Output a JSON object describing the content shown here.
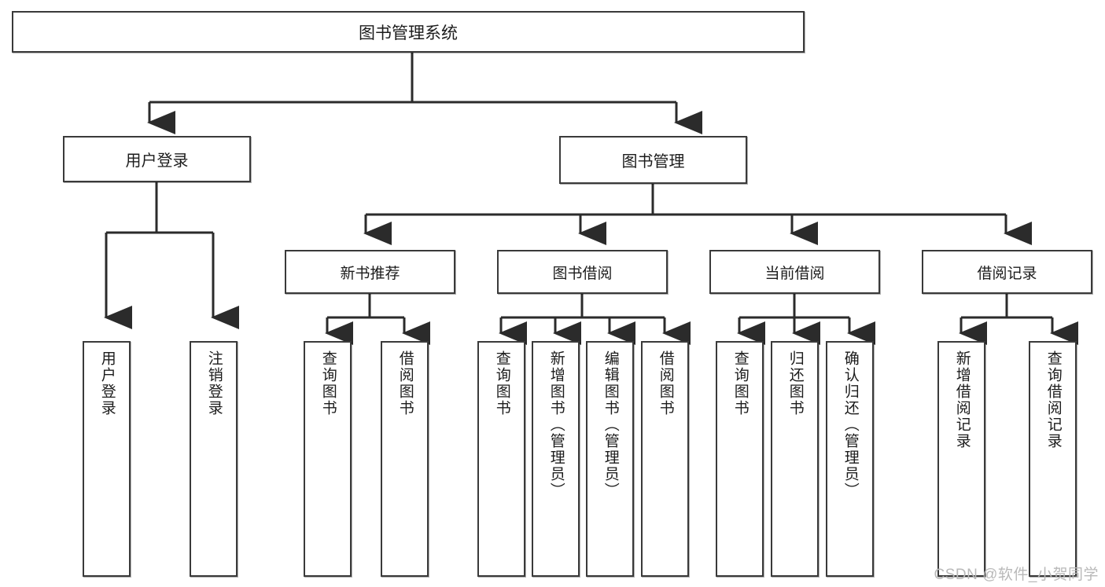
{
  "diagram": {
    "title_node": {
      "label": "图书管理系统"
    },
    "level2": [
      {
        "id": "user-login",
        "label": "用户登录"
      },
      {
        "id": "book-manage",
        "label": "图书管理"
      }
    ],
    "level3": [
      {
        "id": "new-book-recommend",
        "label": "新书推荐"
      },
      {
        "id": "book-borrow",
        "label": "图书借阅"
      },
      {
        "id": "current-borrow",
        "label": "当前借阅"
      },
      {
        "id": "borrow-record",
        "label": "借阅记录"
      }
    ],
    "leaves": [
      {
        "id": "leaf-user-login",
        "label": "用户登录"
      },
      {
        "id": "leaf-logout-login",
        "label": "注销登录"
      },
      {
        "id": "leaf-query-book-1",
        "label": "查询图书"
      },
      {
        "id": "leaf-borrow-book-1",
        "label": "借阅图书"
      },
      {
        "id": "leaf-query-book-2",
        "label": "查询图书"
      },
      {
        "id": "leaf-add-book-admin",
        "label": "新增图书（管理员）"
      },
      {
        "id": "leaf-edit-book-admin",
        "label": "编辑图书（管理员）"
      },
      {
        "id": "leaf-borrow-book-2",
        "label": "借阅图书"
      },
      {
        "id": "leaf-query-book-3",
        "label": "查询图书"
      },
      {
        "id": "leaf-return-book",
        "label": "归还图书"
      },
      {
        "id": "leaf-confirm-return-admin",
        "label": "确认归还（管理员）"
      },
      {
        "id": "leaf-add-borrow-record",
        "label": "新增借阅记录"
      },
      {
        "id": "leaf-query-borrow-record",
        "label": "查询借阅记录"
      }
    ]
  },
  "watermark": {
    "text": "CSDN @软件_小贺同学"
  },
  "colors": {
    "border": "#3a3a3a",
    "text": "#1c1c1c",
    "background": "#ffffff",
    "watermark": "#b9b9b9"
  }
}
